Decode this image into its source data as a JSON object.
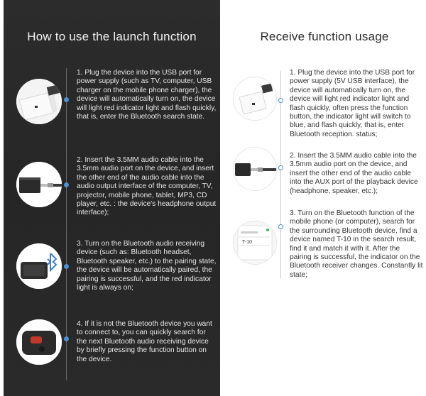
{
  "left": {
    "title": "How to use the launch function",
    "steps": [
      "1. Plug the device into the USB port for power supply (such as TV, computer, USB charger on the mobile phone charger), the device will automatically turn on, the device will light red indicator light and flash quickly, that is, enter the Bluetooth search state.",
      "2. Insert the 3.5MM audio cable into the 3.5mm audio port on the device, and insert the other end of the audio cable into the audio output interface of the computer, TV, projector, mobile phone, tablet, MP3, CD player, etc. : the device's headphone output interface);",
      "3. Turn on the Bluetooth audio receiving device (such as: Bluetooth headset, Bluetooth speaker, etc.) to the pairing state, the device will be automatically paired, the pairing is successful, and the red indicator light is always on;",
      "4. If it is not the Bluetooth device you want to connect to, you can quickly search for the next Bluetooth audio receiving device by briefly pressing the function button on the device."
    ]
  },
  "right": {
    "title": "Receive function usage",
    "steps": [
      "1. Plug the device into the USB port for power supply (5V USB interface), the device will automatically turn on, the device will light red indicator light and flash quickly, often press the function button, the indicator light will switch to blue, and flash quickly, that is, enter Bluetooth reception. status;",
      "2. Insert the 3.5MM audio cable into the 3.5mm audio port on the device, and insert the other end of the audio cable into the AUX port of the playback device (headphone, speaker, etc.);",
      "3. Turn on the Bluetooth function of the mobile phone (or computer), search for the surrounding Bluetooth device, find a device named T-10 in the search result, find it and match it with it. After the pairing is successful, the indicator on the Bluetooth receiver changes. Constantly lit state;"
    ],
    "phone_device_name": "T-10"
  },
  "colors": {
    "left_background": "#2a2a2a",
    "accent_blue": "#4a90d9",
    "right_background": "#ffffff"
  }
}
